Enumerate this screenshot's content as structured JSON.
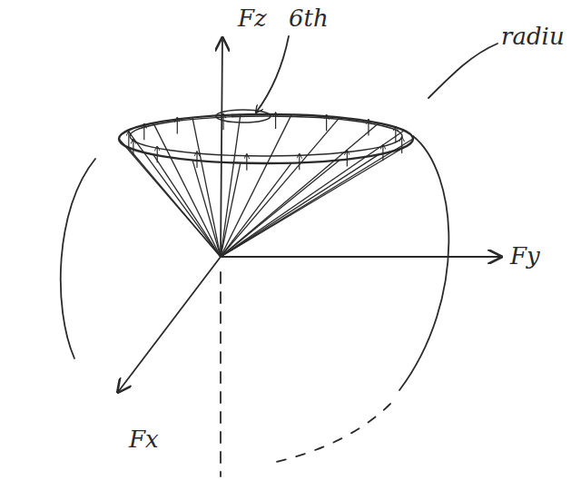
{
  "diagram": {
    "labels": [
      "Fz",
      "6th",
      "radiu",
      "Fy",
      "Fx"
    ]
  }
}
